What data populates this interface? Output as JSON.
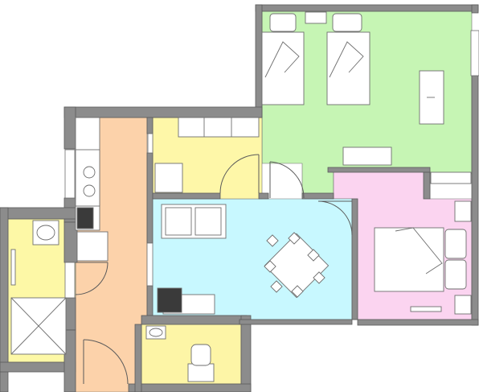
{
  "floorplan": {
    "title": "",
    "colors": {
      "wall": "#8c8c8c",
      "wall_edge": "#5a5a5a",
      "outline": "#6e6e6e",
      "bedroom_twin": "#c6f5b4",
      "bedroom_double": "#fbd4f0",
      "living_dining": "#c8f8ff",
      "kitchen_corridor": "#fcd2aa",
      "bathroom": "#fdf8a6",
      "utility_room": "#fef7a8",
      "wc": "#fdf5a6",
      "furniture": "#ffffff",
      "chair_dark": "#3a3a3a"
    },
    "rooms": [
      {
        "id": "bedroom_twin",
        "label": ""
      },
      {
        "id": "bedroom_double",
        "label": ""
      },
      {
        "id": "living_dining",
        "label": ""
      },
      {
        "id": "kitchen_corridor",
        "label": ""
      },
      {
        "id": "bathroom",
        "label": ""
      },
      {
        "id": "utility_room",
        "label": ""
      },
      {
        "id": "wc",
        "label": ""
      }
    ],
    "icons": {
      "door": "door-swing-icon",
      "bed": "bed-icon",
      "sofa": "sofa-icon",
      "table": "dining-table-icon",
      "toilet": "toilet-icon",
      "sink": "sink-icon",
      "shower": "shower-icon",
      "window": "window-icon"
    }
  }
}
